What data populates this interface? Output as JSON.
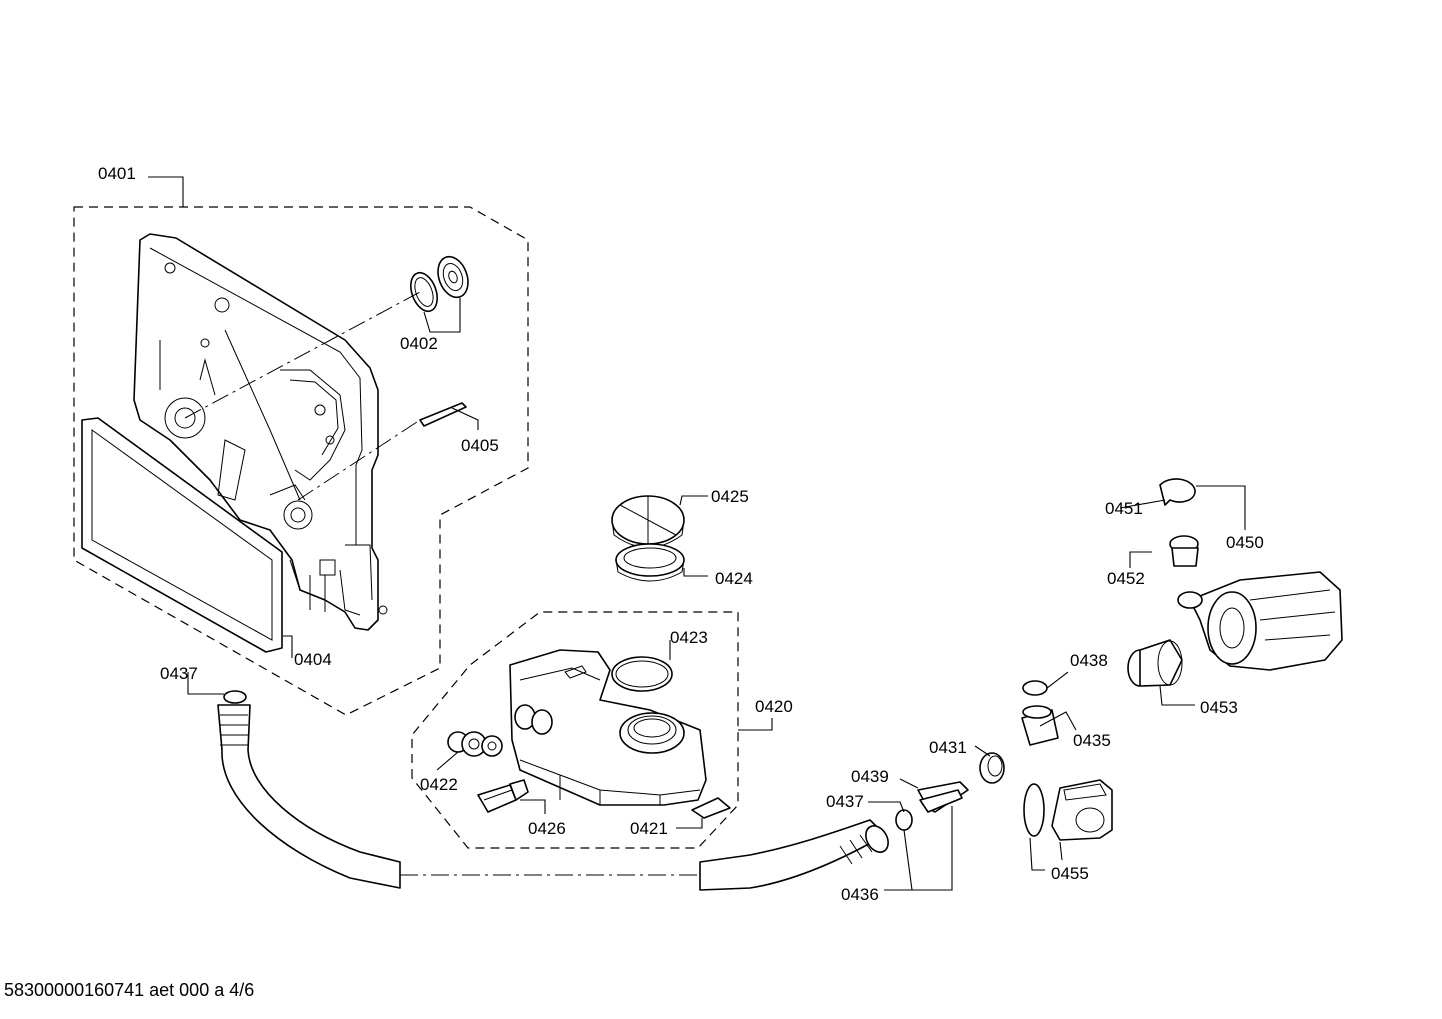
{
  "diagram": {
    "labels": {
      "p0401": "0401",
      "p0402": "0402",
      "p0404": "0404",
      "p0405": "0405",
      "p0420": "0420",
      "p0421": "0421",
      "p0422": "0422",
      "p0423": "0423",
      "p0424": "0424",
      "p0425": "0425",
      "p0426": "0426",
      "p0431": "0431",
      "p0435": "0435",
      "p0436": "0436",
      "p0437a": "0437",
      "p0437b": "0437",
      "p0438": "0438",
      "p0439": "0439",
      "p0450": "0450",
      "p0451": "0451",
      "p0452": "0452",
      "p0453": "0453",
      "p0455": "0455"
    }
  },
  "footer": {
    "text": "58300000160741 aet 000 a 4/6"
  }
}
